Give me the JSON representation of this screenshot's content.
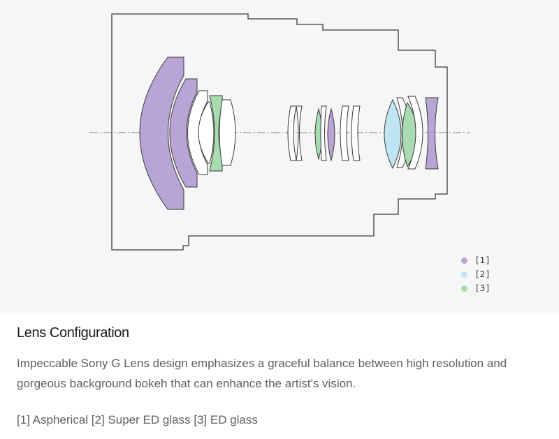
{
  "colors": {
    "aspherical": "#b9a4d6",
    "super_ed": "#bfe5f4",
    "ed": "#a8dbb2",
    "outline": "#3a3a3a",
    "panel": "#f6f6f6"
  },
  "legend": [
    {
      "label": "[1]",
      "color": "#b9a4d6"
    },
    {
      "label": "[2]",
      "color": "#bfe5f4"
    },
    {
      "label": "[3]",
      "color": "#a8dbb2"
    }
  ],
  "section": {
    "title": "Lens Configuration",
    "description": "Impeccable Sony G Lens design emphasizes a graceful balance between high resolution and gorgeous background bokeh that can enhance the artist's vision.",
    "legend_text": "[1] Aspherical [2] Super ED glass [3] ED glass"
  }
}
